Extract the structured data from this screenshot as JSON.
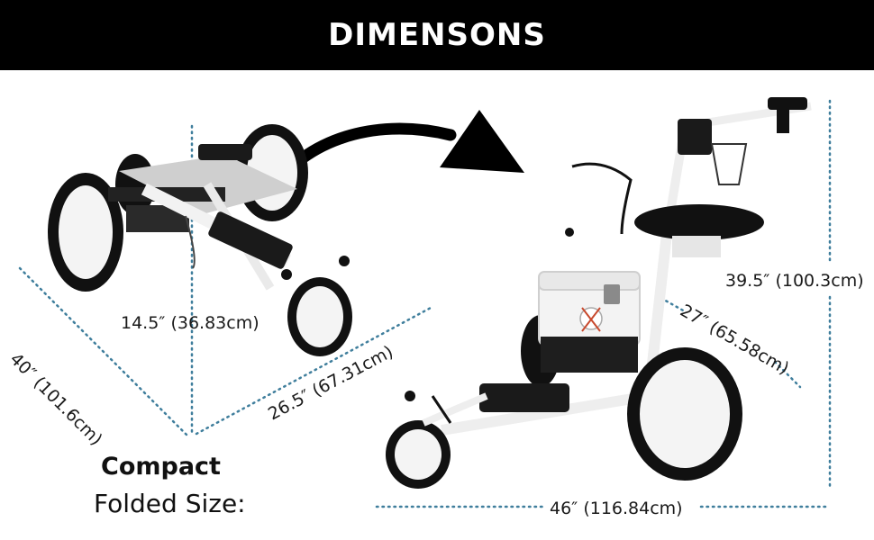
{
  "header": {
    "title": "DIMENSONS"
  },
  "folded": {
    "caption_bold": "Compact",
    "caption_regular": "Folded Size:",
    "height_label": "14.5″ (36.83cm)",
    "length_label": "40″ (101.6cm)",
    "width_label": "26.5″ (67.31cm)"
  },
  "unfolded": {
    "height_label": "39.5″ (100.3cm)",
    "width_label": "27″ (65.58cm)",
    "length_label": "46″ (116.84cm)"
  },
  "colors": {
    "header_bg": "#000000",
    "dimension_line": "#3f7e9c",
    "cart_frame": "#f4f4f4",
    "tires": "#111111"
  },
  "icons": [
    "arrow-icon",
    "folded-cart-image",
    "unfolded-cart-image",
    "cooler-image"
  ]
}
